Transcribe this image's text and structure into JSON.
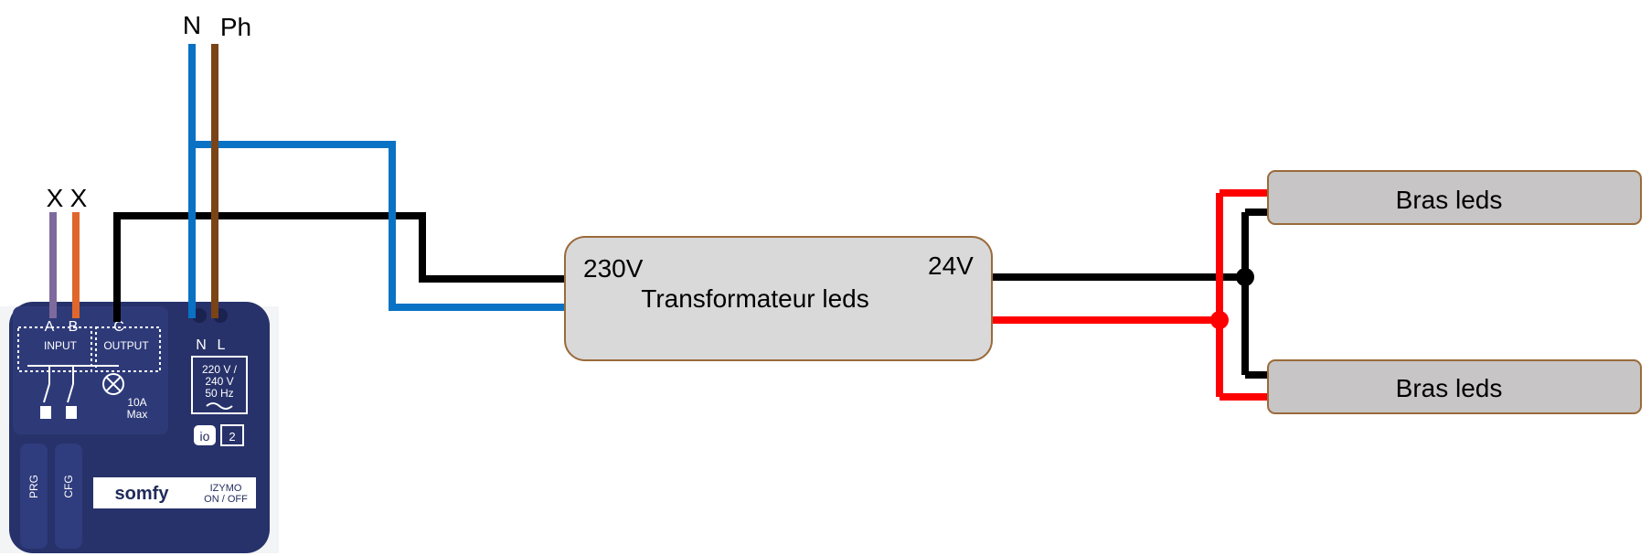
{
  "wire_labels": {
    "neutral": "N",
    "phase": "Ph",
    "input_a": "X",
    "input_b": "X"
  },
  "transformer": {
    "input_voltage": "230V",
    "output_voltage": "24V",
    "label": "Transformateur leds"
  },
  "led_arms": [
    "Bras leds",
    "Bras leds"
  ],
  "module": {
    "terminals": [
      "A",
      "B",
      "C",
      "N",
      "L"
    ],
    "input_label": "INPUT",
    "output_label": "OUTPUT",
    "rating_lines": [
      "220 V /",
      "240 V",
      "50 Hz"
    ],
    "current_lines": [
      "10A",
      "Max"
    ],
    "io_badge": "io",
    "channel_badge": "2",
    "buttons": [
      "PRG",
      "CFG"
    ],
    "brand": "somfy",
    "model_lines": [
      "IZYMO",
      "ON / OFF"
    ]
  },
  "colors": {
    "neutral_wire": "#0a72c4",
    "phase_wire": "#7a4416",
    "control_wire": "#000000",
    "positive_wire": "#ff0000",
    "wire_a": "#7e6a9c",
    "wire_b": "#e0672c",
    "module_body": "#27326a",
    "box_fill": "#d9d9d9",
    "box_border": "#9a6a3a"
  }
}
